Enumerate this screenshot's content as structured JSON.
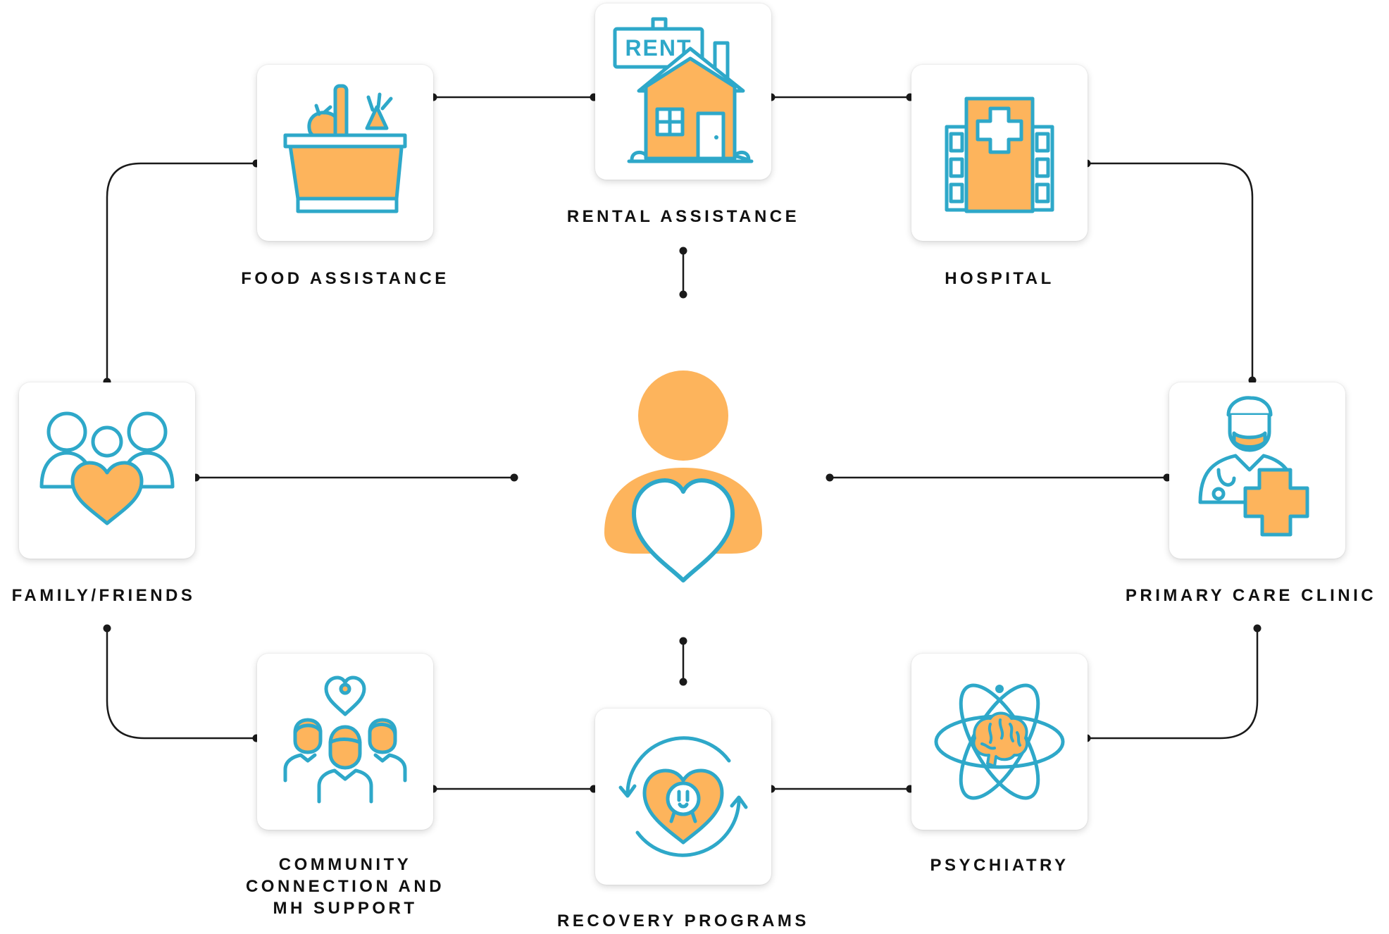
{
  "colors": {
    "accent_orange": "#FDB45C",
    "accent_blue": "#2EA8C9",
    "line": "#1a1a1a",
    "label_text": "#111111"
  },
  "center": {
    "icon": "person-with-heart-icon"
  },
  "nodes": {
    "food": {
      "label": "FOOD ASSISTANCE",
      "icon": "grocery-basket-icon"
    },
    "rental": {
      "label": "RENTAL ASSISTANCE",
      "icon": "rent-house-icon"
    },
    "hospital": {
      "label": "HOSPITAL",
      "icon": "hospital-building-icon"
    },
    "family": {
      "label": "FAMILY/FRIENDS",
      "icon": "family-heart-icon"
    },
    "primary": {
      "label": "PRIMARY CARE CLINIC",
      "icon": "doctor-cross-icon"
    },
    "community": {
      "label_lines": [
        "COMMUNITY",
        "CONNECTION AND",
        "MH SUPPORT"
      ],
      "icon": "community-group-icon"
    },
    "recovery": {
      "label": "RECOVERY PROGRAMS",
      "icon": "recovery-cycle-heart-icon"
    },
    "psychiatry": {
      "label": "PSYCHIATRY",
      "icon": "brain-atom-icon"
    }
  }
}
